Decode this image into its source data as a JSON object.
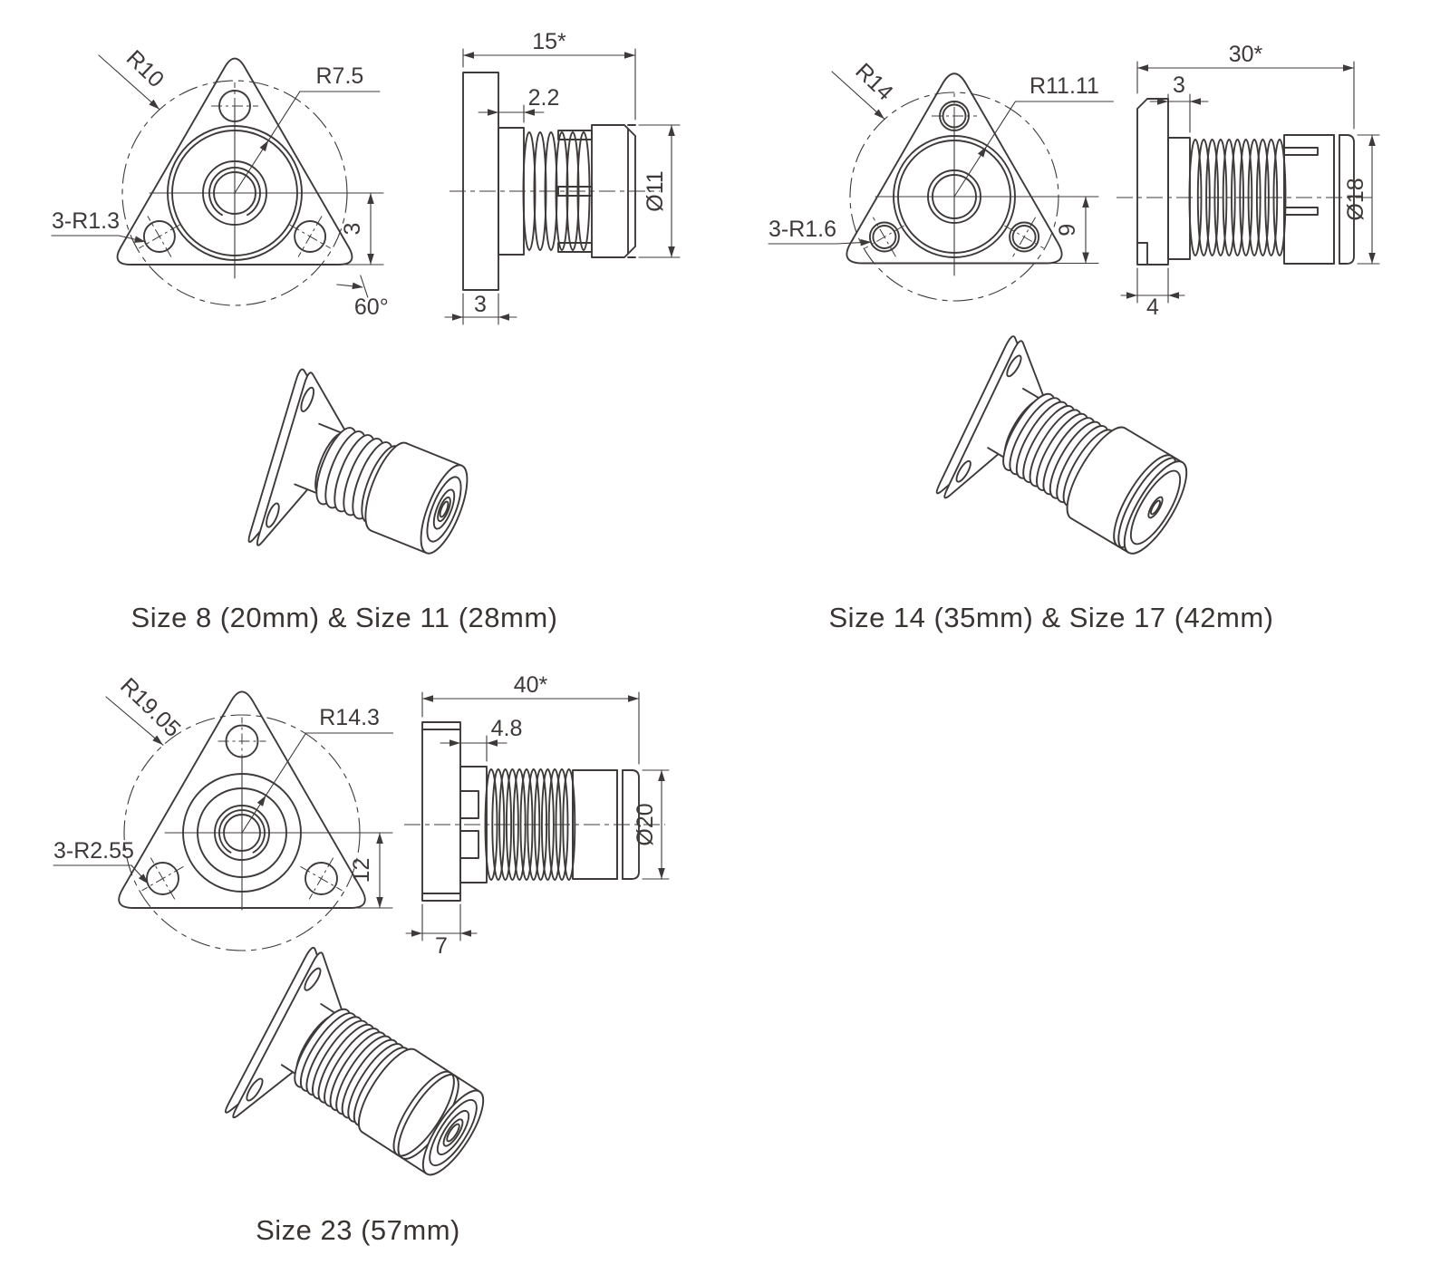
{
  "figures": [
    {
      "caption": "Size 8 (20mm) & Size 11 (28mm)",
      "front_view": {
        "circumscribed_radius": "R10",
        "boss_radius": "R7.5",
        "corner_holes": "3-R1.3",
        "center_offset": "3",
        "angle": "60°"
      },
      "side_view": {
        "overall_length": "15*",
        "step": "2.2",
        "diameter": "Ø11",
        "flange_thickness": "3"
      }
    },
    {
      "caption": "Size 14 (35mm) & Size 17 (42mm)",
      "front_view": {
        "circumscribed_radius": "R14",
        "boss_radius": "R11.11",
        "corner_holes": "3-R1.6",
        "center_offset": "9"
      },
      "side_view": {
        "overall_length": "30*",
        "step": "3",
        "diameter": "Ø18",
        "flange_thickness": "4"
      }
    },
    {
      "caption": "Size 23 (57mm)",
      "front_view": {
        "circumscribed_radius": "R19.05",
        "boss_radius": "R14.3",
        "corner_holes": "3-R2.55",
        "center_offset": "12"
      },
      "side_view": {
        "overall_length": "40*",
        "step": "4.8",
        "diameter": "Ø20",
        "flange_thickness": "7"
      }
    }
  ]
}
